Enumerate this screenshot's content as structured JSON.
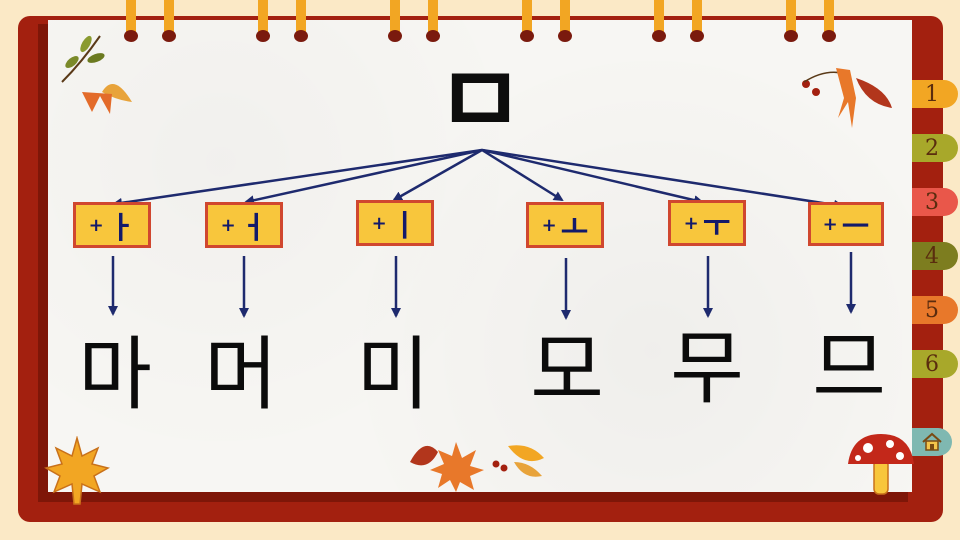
{
  "root_consonant": "ㅁ",
  "branches": [
    {
      "plus": "+",
      "vowel": "ㅏ",
      "syllable": "마"
    },
    {
      "plus": "+",
      "vowel": "ㅓ",
      "syllable": "머"
    },
    {
      "plus": "+",
      "vowel": "ㅣ",
      "syllable": "미"
    },
    {
      "plus": "+",
      "vowel": "ㅗ",
      "syllable": "모"
    },
    {
      "plus": "+",
      "vowel": "ㅜ",
      "syllable": "무"
    },
    {
      "plus": "+",
      "vowel": "ㅡ",
      "syllable": "므"
    }
  ],
  "side_tabs": [
    {
      "label": "1",
      "color": "#f2a623"
    },
    {
      "label": "2",
      "color": "#a8a82a"
    },
    {
      "label": "3",
      "color": "#e9574a"
    },
    {
      "label": "4",
      "color": "#7d7d1f"
    },
    {
      "label": "5",
      "color": "#e8782a"
    },
    {
      "label": "6",
      "color": "#a8a82a"
    }
  ],
  "home_icon": "home-icon",
  "colors": {
    "board": "#a3200f",
    "paper": "#f7f6f3",
    "box_fill": "#f8c63c",
    "box_border": "#d0472f",
    "arrow": "#1e2a6e"
  }
}
